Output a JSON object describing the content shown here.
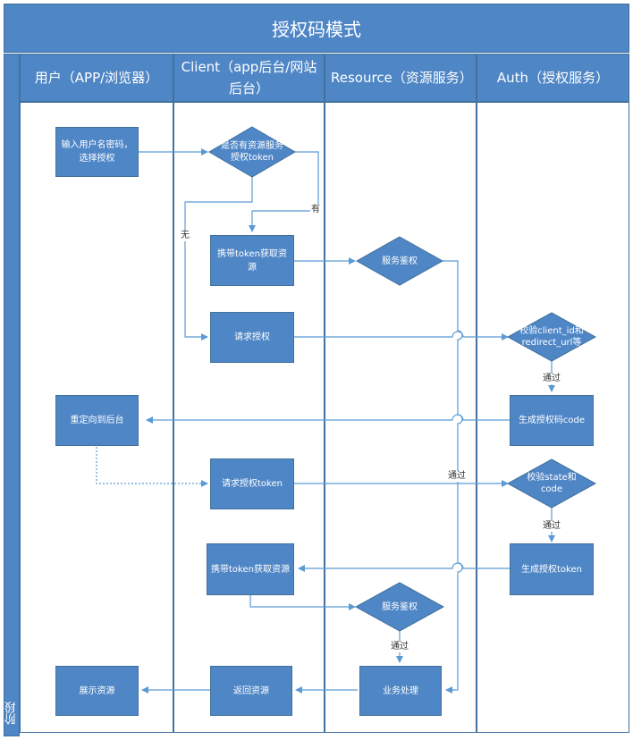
{
  "title": "授权码模式",
  "phase_label": "阶段",
  "lanes": {
    "user": "用户（APP/浏览器）",
    "client": "Client（app后台/网站后台）",
    "resource": "Resource（资源服务）",
    "auth": "Auth（授权服务）"
  },
  "nodes": {
    "input_credentials": "输入用户名密码，选择授权",
    "has_token": "是否有资源服务授权token",
    "fetch_with_token_1": "携带token获取资源",
    "service_auth_1": "服务鉴权",
    "request_auth": "请求授权",
    "verify_client": "校验client_id和redirect_url等",
    "redirect_backend": "重定向到后台",
    "gen_auth_code": "生成授权码code",
    "request_token": "请求授权token",
    "verify_state": "校验state和code",
    "fetch_with_token_2": "携带token获取资源",
    "gen_token": "生成授权token",
    "service_auth_2": "服务鉴权",
    "show_resource": "展示资源",
    "return_resource": "返回资源",
    "business_process": "业务处理"
  },
  "edge_labels": {
    "yes": "有",
    "no": "无",
    "pass_1": "通过",
    "pass_2": "通过",
    "pass_3": "通过",
    "pass_4": "通过"
  },
  "colors": {
    "fill": "#4f86c6",
    "border": "#41719c",
    "edge": "#5b9bd5",
    "text_on_fill": "#ffffff"
  }
}
